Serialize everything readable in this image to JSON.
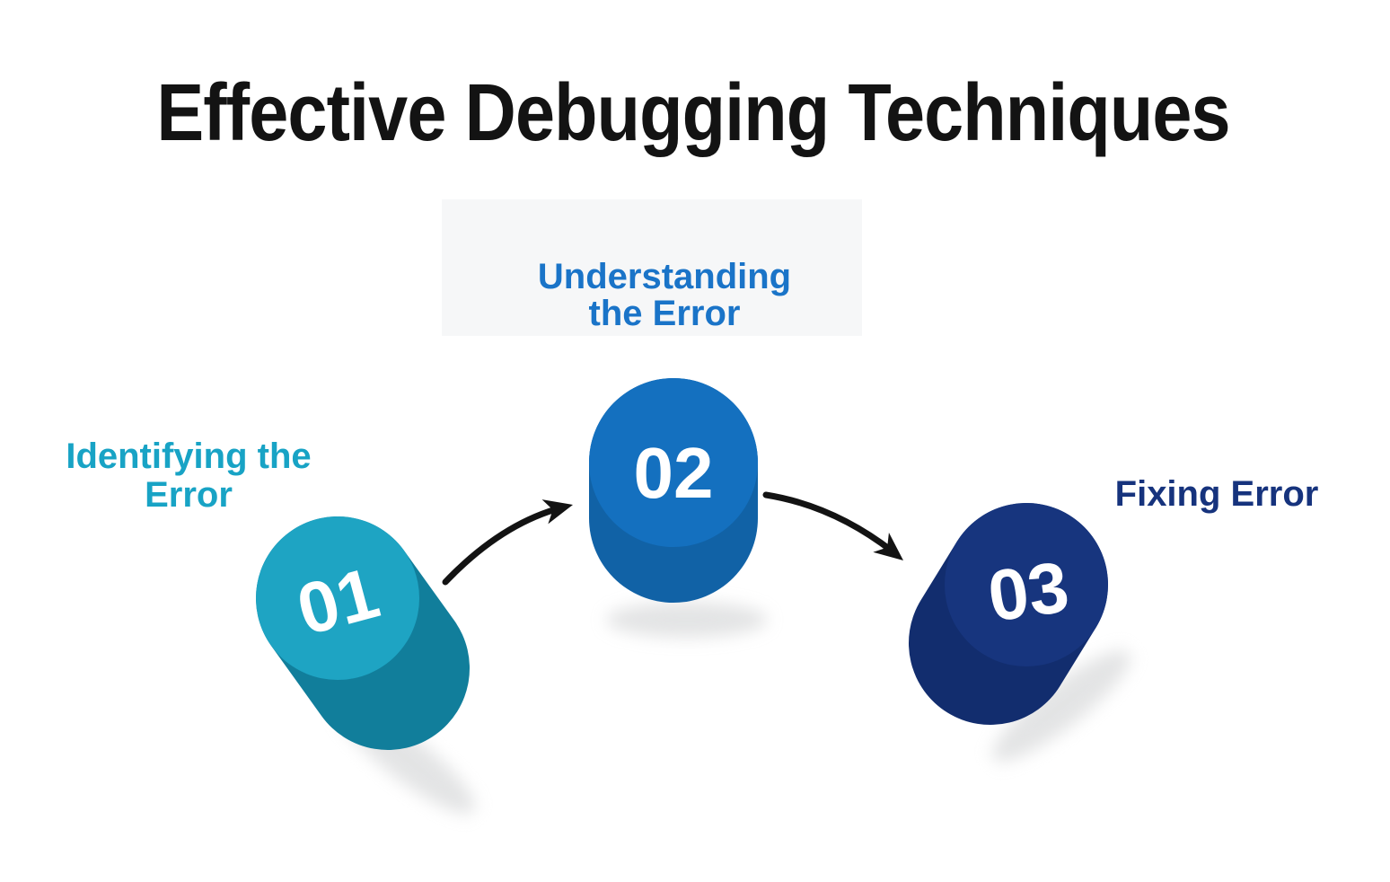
{
  "title": "Effective Debugging Techniques",
  "colors": {
    "title": "#131313",
    "arrow": "#131313",
    "panel": "#f6f7f8",
    "shadow": "#d8d9da",
    "background": "#ffffff"
  },
  "steps": [
    {
      "number": "01",
      "label_lines": [
        "Identifying the",
        "Error"
      ],
      "label_color": "#18a3c5",
      "top_color": "#1ea4c3",
      "side_color": "#117e9b",
      "number_color": "#ffffff"
    },
    {
      "number": "02",
      "label_lines": [
        "Understanding",
        "the Error"
      ],
      "label_color": "#1a74c8",
      "top_color": "#1470bf",
      "side_color": "#1162a6",
      "number_color": "#ffffff"
    },
    {
      "number": "03",
      "label_lines": [
        "Fixing Error"
      ],
      "label_color": "#16337d",
      "top_color": "#17357e",
      "side_color": "#122d6e",
      "number_color": "#ffffff"
    }
  ]
}
